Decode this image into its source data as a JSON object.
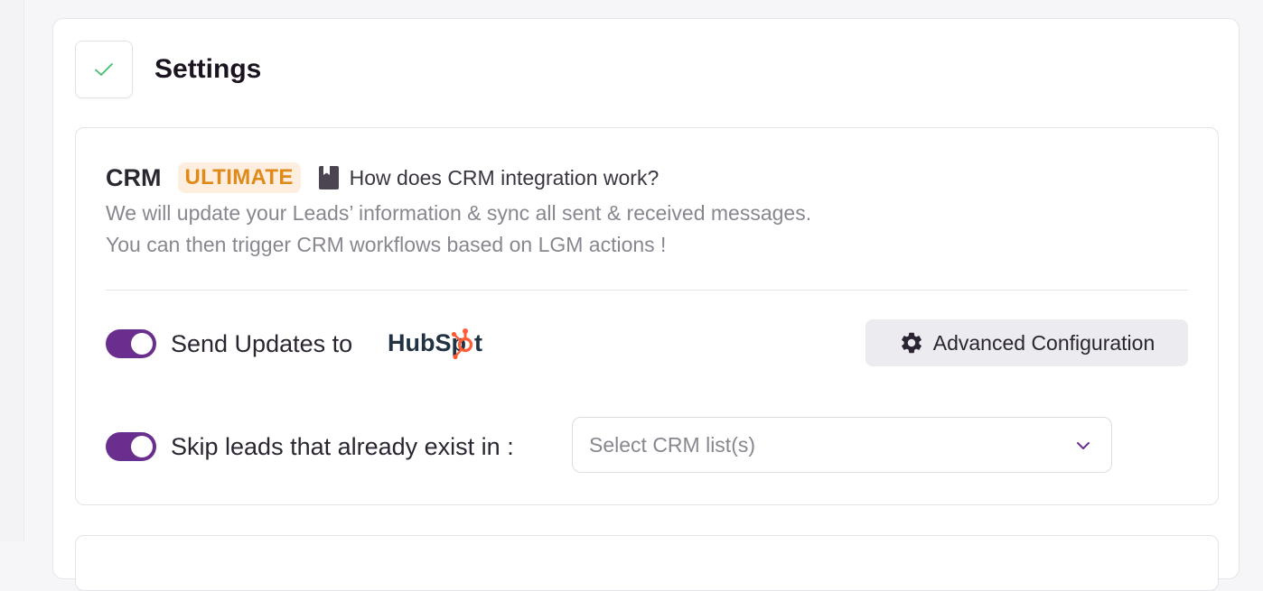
{
  "settings": {
    "title": "Settings"
  },
  "crm": {
    "label": "CRM",
    "badge": "ULTIMATE",
    "help_link": "How does CRM integration work?",
    "description_line1": "We will update your Leads’ information & sync all sent & received messages.",
    "description_line2": "You can then trigger CRM workflows based on LGM actions !",
    "send_updates": {
      "label": "Send Updates to",
      "enabled": true,
      "provider": "HubSpot"
    },
    "advanced_button": "Advanced Configuration",
    "skip_leads": {
      "label": "Skip leads that already exist in :",
      "enabled": true
    },
    "crm_list_select": {
      "placeholder": "Select CRM list(s)"
    }
  },
  "colors": {
    "accent": "#6a2f8e",
    "badge_bg": "#fdeee0",
    "badge_text": "#e08a1a",
    "check_green": "#3fbf6f",
    "hubspot_navy": "#213343",
    "hubspot_orange": "#ff5c35"
  },
  "icons": {
    "check": "check-icon",
    "book": "book-icon",
    "gear": "gear-icon",
    "chevron": "chevron-down-icon"
  }
}
